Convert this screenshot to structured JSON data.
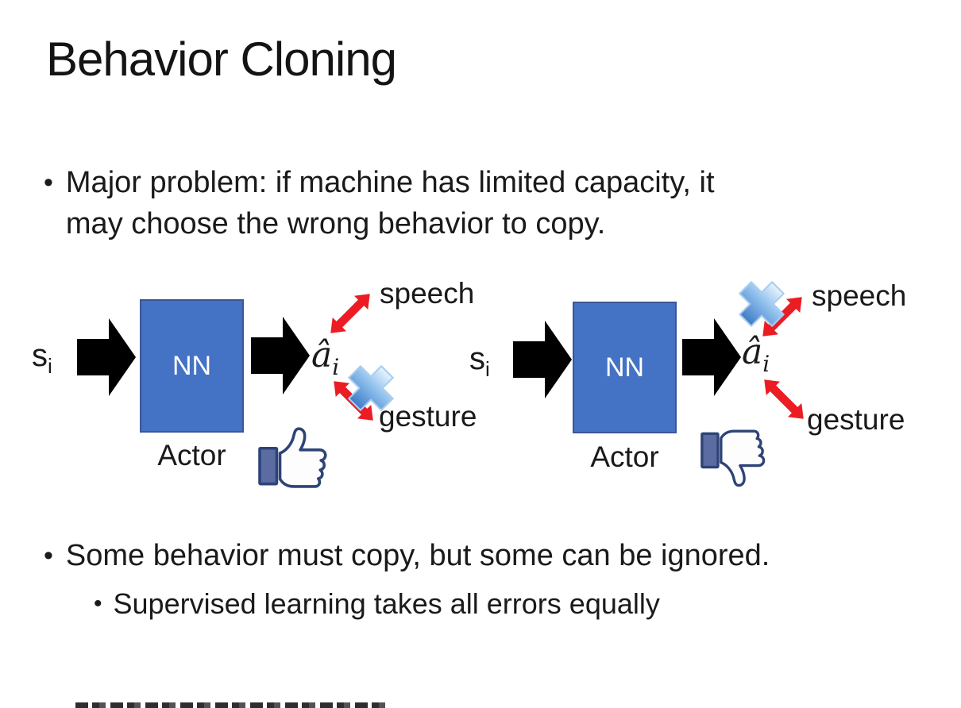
{
  "slide": {
    "title": "Behavior Cloning",
    "bullet_char": "•",
    "bullets": {
      "b1_line1": "Major problem: if machine has limited capacity, it",
      "b1_line2": "may choose the wrong behavior to copy.",
      "b2": "Some behavior must copy, but some can be ignored.",
      "b2_sub": "Supervised learning takes all errors equally"
    }
  },
  "diagrams": [
    {
      "id": "left",
      "input": "s",
      "input_sub": "i",
      "nn_label": "NN",
      "actor_label": "Actor",
      "output": "â",
      "output_sub": "i",
      "speech_label": "speech",
      "gesture_label": "gesture",
      "crossed_out": "gesture",
      "feedback_icon": "thumbs-up"
    },
    {
      "id": "right",
      "input": "s",
      "input_sub": "i",
      "nn_label": "NN",
      "actor_label": "Actor",
      "output": "â",
      "output_sub": "i",
      "speech_label": "speech",
      "gesture_label": "gesture",
      "crossed_out": "speech",
      "feedback_icon": "thumbs-down"
    }
  ],
  "icons": {
    "block_arrow": "block-arrow-icon",
    "double_arrow": "red-double-arrow-icon",
    "cross": "blue-cross-icon",
    "thumbs_up": "thumbs-up-icon",
    "thumbs_down": "thumbs-down-icon"
  },
  "colors": {
    "background": "#ffffff",
    "text": "#1a1a1a",
    "nn_box_fill": "#4472c4",
    "nn_box_border": "#3a5795",
    "nn_text": "#ffffff",
    "block_arrow": "#000000",
    "double_arrow_red": "#ec1c24",
    "cross_blue_light": "#ddeefb",
    "cross_blue_dark": "#3e7cc8",
    "fb_icon_outline": "#2e4377",
    "fb_icon_cuff": "#5b6ca3",
    "fb_icon_hand": "#fdfdfd"
  }
}
